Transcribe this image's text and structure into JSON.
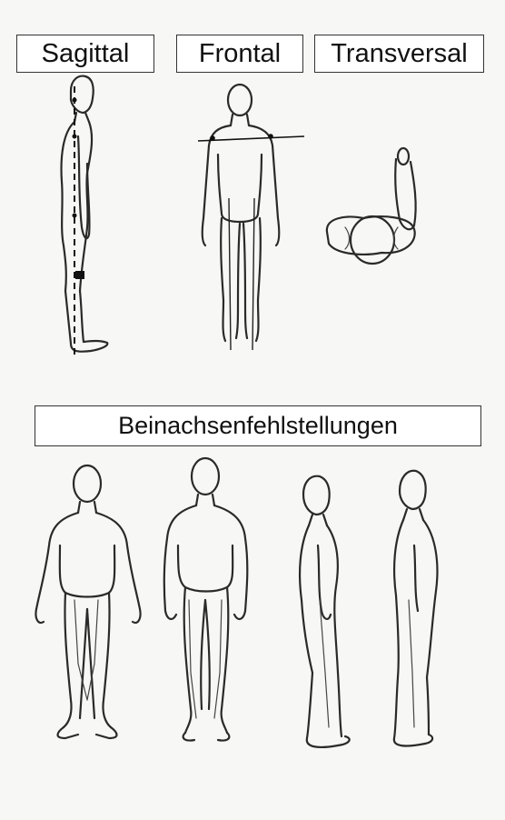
{
  "planes": {
    "sagittal": "Sagittal",
    "frontal": "Frontal",
    "transversal": "Transversal"
  },
  "section": {
    "title": "Beinachsenfehlstellungen"
  }
}
